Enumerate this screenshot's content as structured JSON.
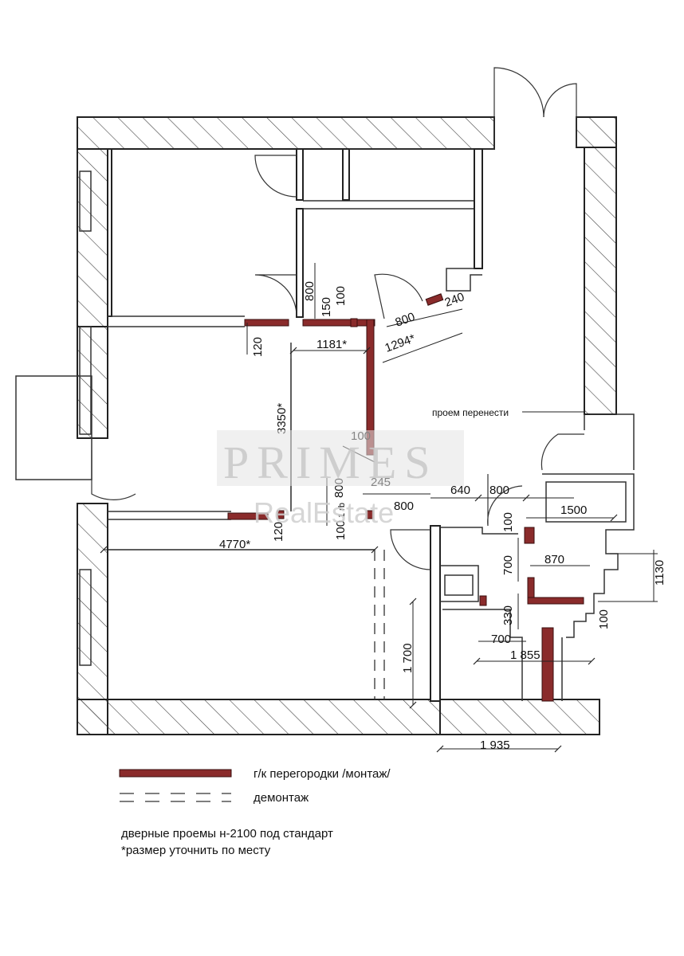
{
  "dimensions": {
    "d800a": "800",
    "d150": "150",
    "d100a": "100",
    "d240": "240",
    "d800b": "800",
    "d1294": "1294*",
    "d120a": "120",
    "d1181": "1181*",
    "d3350": "3350*",
    "d100b": "100",
    "d800c": "800",
    "d1rb": "1 rb",
    "d245": "245",
    "d640": "640",
    "d800d": "800",
    "d800e": "800",
    "d1500": "1500",
    "d100c": "100",
    "d100d": "100",
    "d120b": "120",
    "d4770": "4770*",
    "d700a": "700",
    "d870": "870",
    "d1130": "1130",
    "d1700": "1 700",
    "d330": "330",
    "d100e": "100",
    "d700b": "700",
    "d1855": "1 855",
    "d1935": "1 935"
  },
  "annotation": {
    "opening_move": "проем перенести"
  },
  "watermark": {
    "brand": "PRIMES",
    "sub": "RealEstate"
  },
  "legend": {
    "partition": "г/к перегородки /монтаж/",
    "demolition": "демонтаж"
  },
  "notes": {
    "line1": "дверные проемы н-2100 под стандарт",
    "line2": "*размер уточнить по месту"
  },
  "colors": {
    "partition": "#8a2b2b",
    "walls": "#222222",
    "watermark": "#c9c9c9"
  }
}
